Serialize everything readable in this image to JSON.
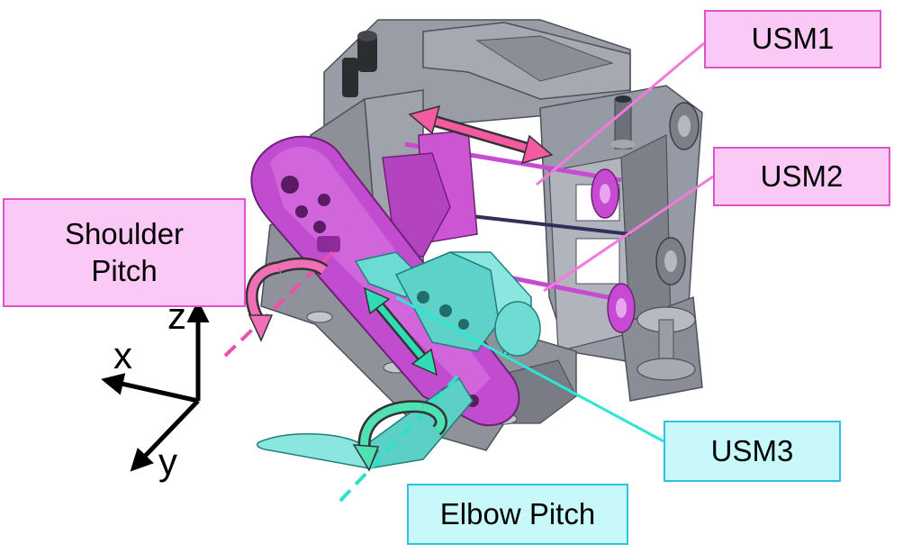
{
  "labels": {
    "usm1": "USM1",
    "usm2": "USM2",
    "usm3": "USM3",
    "shoulder_line1": "Shoulder",
    "shoulder_line2": "Pitch",
    "elbow": "Elbow Pitch"
  },
  "axes": {
    "z": "z",
    "x": "x",
    "y": "y"
  },
  "colors": {
    "magenta_part": "#c64bd2",
    "magenta_light": "#e07be6",
    "cyan_part": "#5fd8cf",
    "cyan_light": "#9eeee8",
    "frame_gray": "#8d8f99",
    "frame_dark": "#5c5e66",
    "pink_arrow": "#f0559c",
    "cyan_arrow": "#27d9b3",
    "pink_label_bg": "#fbc9f6",
    "cyan_label_bg": "#c8f8fa"
  }
}
